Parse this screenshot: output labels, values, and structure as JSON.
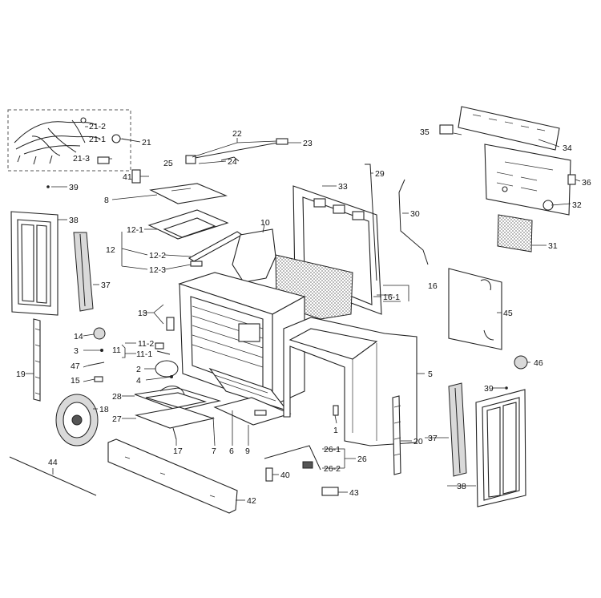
{
  "diagram": {
    "labels": {
      "p21_2": "21-2",
      "p21_1": "21-1",
      "p21": "21",
      "p21_3": "21-3",
      "p22": "22",
      "p23": "23",
      "p24": "24",
      "p25": "25",
      "p35": "35",
      "p34": "34",
      "p36": "36",
      "p32": "32",
      "p31": "31",
      "p29": "29",
      "p33": "33",
      "p30": "30",
      "p41": "41",
      "p39a": "39",
      "p8": "8",
      "p38a": "38",
      "p10": "10",
      "p12_1": "12-1",
      "p12": "12",
      "p12_2": "12-2",
      "p12_3": "12-3",
      "p37a": "37",
      "p16": "16",
      "p16_1": "16-1",
      "p45": "45",
      "p13": "13",
      "p14": "14",
      "p3": "3",
      "p11_2": "11-2",
      "p11": "11",
      "p11_1": "11-1",
      "p19": "19",
      "p2": "2",
      "p4": "4",
      "p47": "47",
      "p15": "15",
      "p5": "5",
      "p46": "46",
      "p39b": "39",
      "p28": "28",
      "p18": "18",
      "p27": "27",
      "p1": "1",
      "p20": "20",
      "p17": "17",
      "p7": "7",
      "p6": "6",
      "p9": "9",
      "p37b": "37",
      "p26_1": "26-1",
      "p26": "26",
      "p26_2": "26-2",
      "p38b": "38",
      "p44": "44",
      "p40": "40",
      "p43": "43",
      "p42": "42"
    }
  }
}
